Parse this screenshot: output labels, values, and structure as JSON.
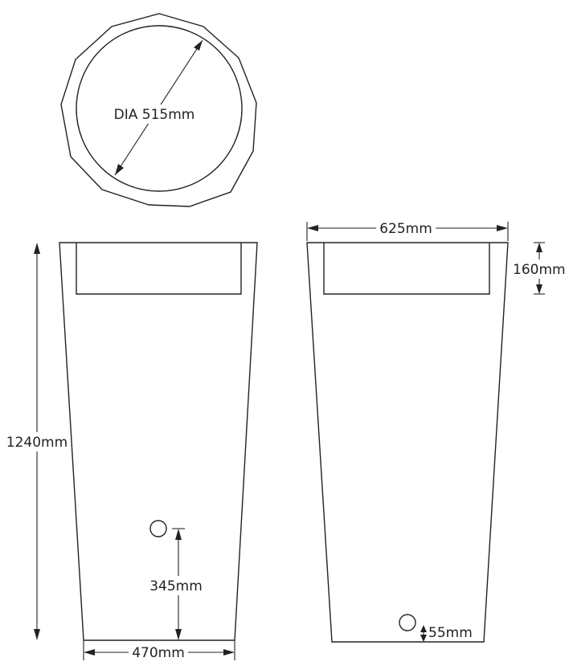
{
  "top_view": {
    "diameter_label": "DIA 515mm"
  },
  "front_view": {
    "height_label": "1240mm",
    "base_width_label": "470mm",
    "outlet_height_label": "345mm"
  },
  "side_view": {
    "top_width_label": "625mm",
    "recess_depth_label": "160mm",
    "outlet_height_label": "55mm"
  }
}
